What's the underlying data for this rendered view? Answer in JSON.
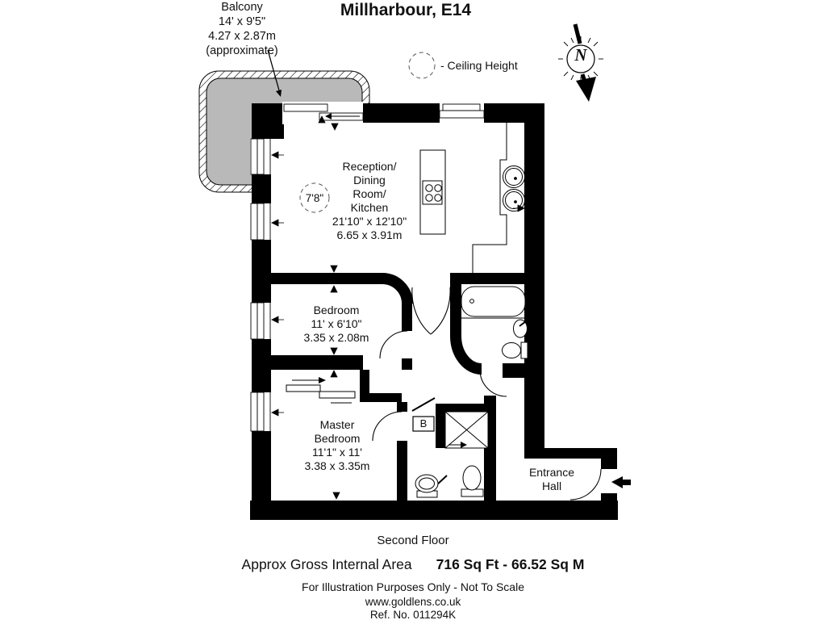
{
  "title": "Millharbour, E14",
  "balcony": {
    "label": "Balcony",
    "dim_imperial": "14' x 9'5\"",
    "dim_metric": "4.27 x 2.87m",
    "note": "(approximate)"
  },
  "legend": {
    "ceiling_height_label": "- Ceiling Height"
  },
  "compass": {
    "north_label": "N"
  },
  "rooms": {
    "reception": {
      "line1": "Reception/",
      "line2": "Dining",
      "line3": "Room/",
      "line4": "Kitchen",
      "dim_imperial": "21'10\" x 12'10\"",
      "dim_metric": "6.65 x 3.91m",
      "ceiling_height": "7'8\""
    },
    "bedroom": {
      "name": "Bedroom",
      "dim_imperial": "11' x 6'10\"",
      "dim_metric": "3.35 x 2.08m"
    },
    "master_bedroom": {
      "line1": "Master",
      "line2": "Bedroom",
      "dim_imperial": "11'1\" x 11'",
      "dim_metric": "3.38 x 3.35m"
    },
    "entrance_hall": {
      "line1": "Entrance",
      "line2": "Hall"
    },
    "boiler_label": "B"
  },
  "footer": {
    "floor": "Second Floor",
    "area_label": "Approx Gross Internal Area",
    "area_value": "716 Sq Ft  -  66.52 Sq M",
    "disclaimer": "For Illustration Purposes Only - Not To Scale",
    "website": "www.goldlens.co.uk",
    "reference": "Ref. No. 011294K"
  },
  "colors": {
    "wall": "#000000",
    "balcony_fill": "#b9b9b9",
    "background": "#ffffff"
  }
}
